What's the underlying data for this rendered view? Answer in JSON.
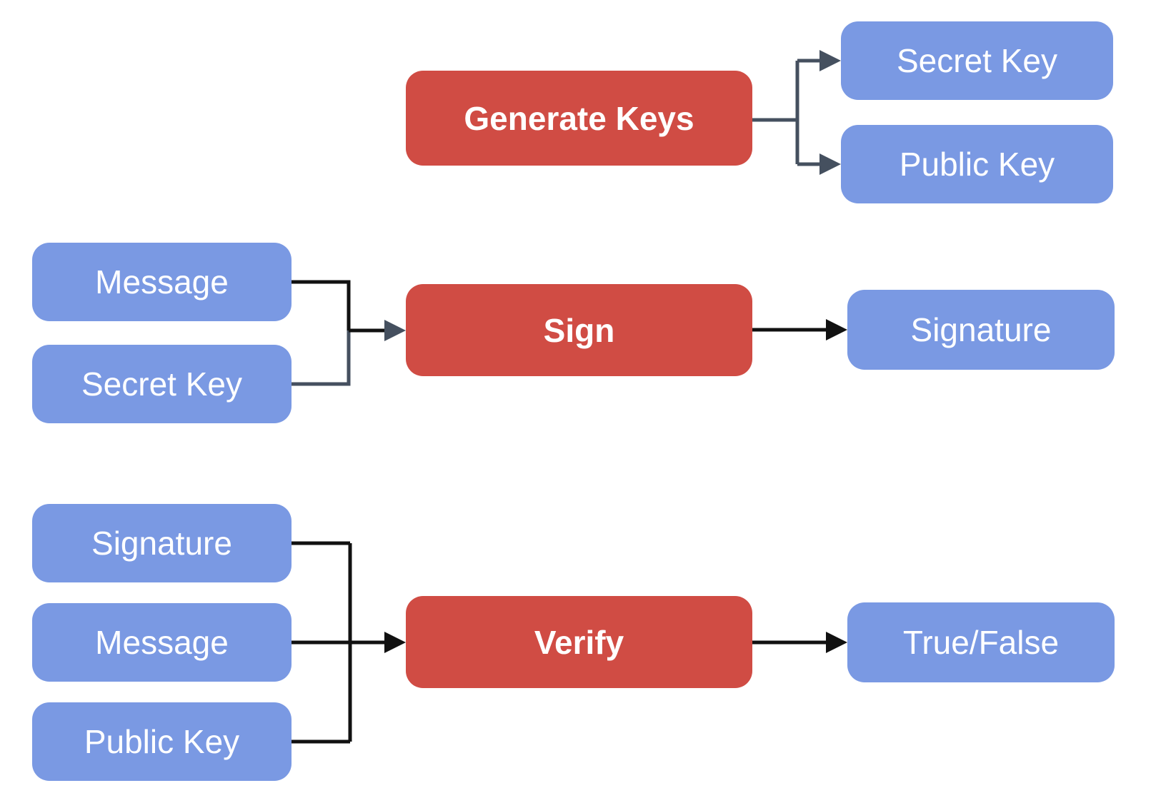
{
  "diagram": {
    "type": "flowchart",
    "colors": {
      "process_fill": "#D04C44",
      "data_fill": "#7A99E3",
      "connector_dark": "#45505F",
      "connector_black": "#111111",
      "label_text": "#FFFFFF",
      "background": "#FFFFFF"
    },
    "sections": [
      {
        "name": "key-generation",
        "process": "Generate Keys",
        "inputs": [],
        "outputs": [
          "Secret Key",
          "Public Key"
        ]
      },
      {
        "name": "signing",
        "process": "Sign",
        "inputs": [
          "Message",
          "Secret Key"
        ],
        "outputs": [
          "Signature"
        ]
      },
      {
        "name": "verification",
        "process": "Verify",
        "inputs": [
          "Signature",
          "Message",
          "Public Key"
        ],
        "outputs": [
          "True/False"
        ]
      }
    ]
  }
}
